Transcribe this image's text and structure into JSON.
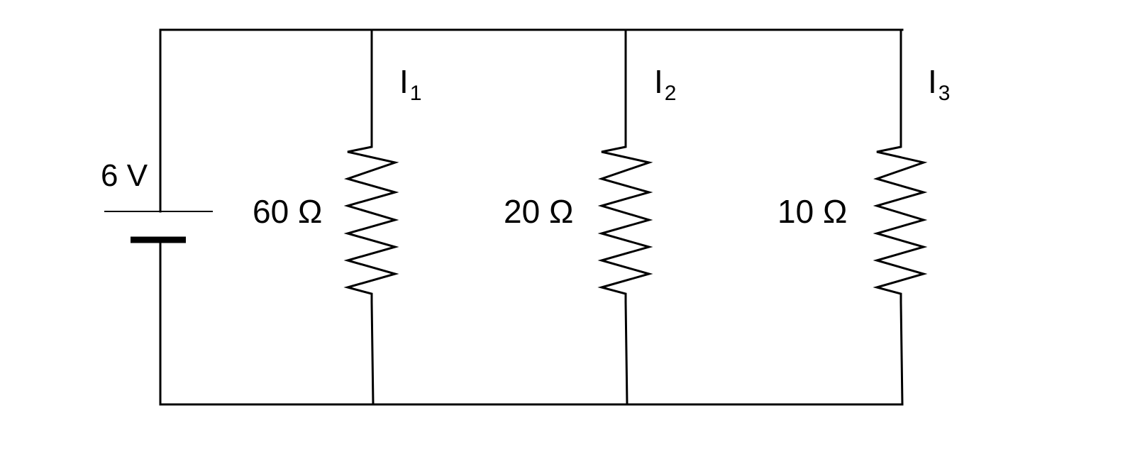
{
  "diagram": {
    "source": {
      "label": "6 V"
    },
    "branches": [
      {
        "resistance": "60 Ω",
        "current": "I",
        "current_sub": "1"
      },
      {
        "resistance": "20 Ω",
        "current": "I",
        "current_sub": "2"
      },
      {
        "resistance": "10 Ω",
        "current": "I",
        "current_sub": "3"
      }
    ]
  },
  "colors": {
    "wire": "#000000",
    "background": "#ffffff"
  }
}
